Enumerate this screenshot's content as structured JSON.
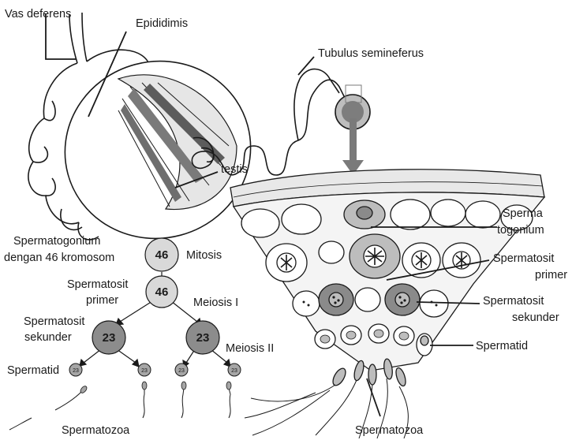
{
  "labels": {
    "vas_deferens": "Vas deferens",
    "epididimis": "Epididimis",
    "tubulus": "Tubulus semineferus",
    "testis": "testis",
    "sperma_togonium_1": "Sperma",
    "sperma_togonium_2": "togonium",
    "spermatosit_primer_1": "Spermatosit",
    "spermatosit_primer_2": "primer",
    "spermatosit_sekunder_1": "Spermatosit",
    "spermatosit_sekunder_2": "sekunder",
    "spermatid_right": "Spermatid",
    "spermatozoa_right": "Spermatozoa"
  },
  "flow": {
    "spermatogonium_1": "Spermatogonium",
    "spermatogonium_2": "dengan 46 kromosom",
    "mitosis": "Mitosis",
    "primer_1": "Spermatosit",
    "primer_2": "primer",
    "meiosis1": "Meiosis I",
    "sekunder_1": "Spermatosit",
    "sekunder_2": "sekunder",
    "meiosis2": "Meiosis II",
    "spermatid": "Spermatid",
    "spermatozoa": "Spermatozoa",
    "n46a": "46",
    "n46b": "46",
    "n23a": "23",
    "n23b": "23",
    "s1": "23",
    "s2": "23",
    "s3": "23",
    "s4": "23"
  },
  "colors": {
    "line": "#1a1a1a",
    "light_circle": "#d9d9d9",
    "dark_circle": "#8c8c8c",
    "small_circle": "#a6a6a6",
    "arrow": "#7a7a7a",
    "cell_dark": "#8a8a8a",
    "cell_mid": "#bdbdbd"
  }
}
